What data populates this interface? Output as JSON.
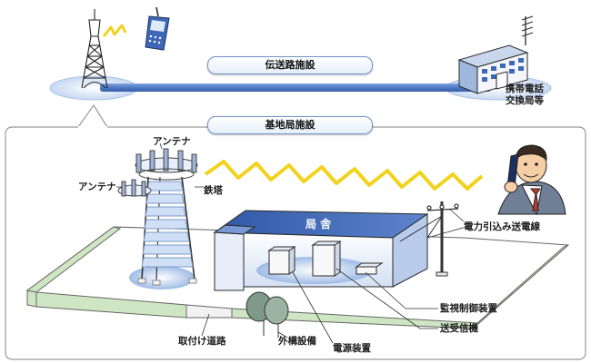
{
  "pills": {
    "transmission": "伝送路施設",
    "base_station": "基地局施設"
  },
  "labels": {
    "exchange_line1": "携帯電話",
    "exchange_line2": "交換局等",
    "antenna_top": "アンテナ",
    "antenna_side": "アンテナ",
    "steel_tower": "鉄塔",
    "station_building": "局 舎",
    "power_line": "電力引込み送電線",
    "monitoring_device": "監視制御装置",
    "transceiver": "送受信機",
    "access_road": "取付け道路",
    "external_equipment": "外構設備",
    "power_supply": "電源装置"
  },
  "colors": {
    "pipe_blue": "#4f79c3",
    "building_blue": "#3f67b8",
    "zigzag_yellow": "#f2d21c",
    "fence_green": "#cfe6c4",
    "tree_green": "#7f9a86"
  },
  "icons": [
    "radio-tower-icon",
    "mobile-phone-icon",
    "exchange-building-icon",
    "person-on-phone-icon",
    "utility-pole-icon",
    "tree-icon"
  ]
}
